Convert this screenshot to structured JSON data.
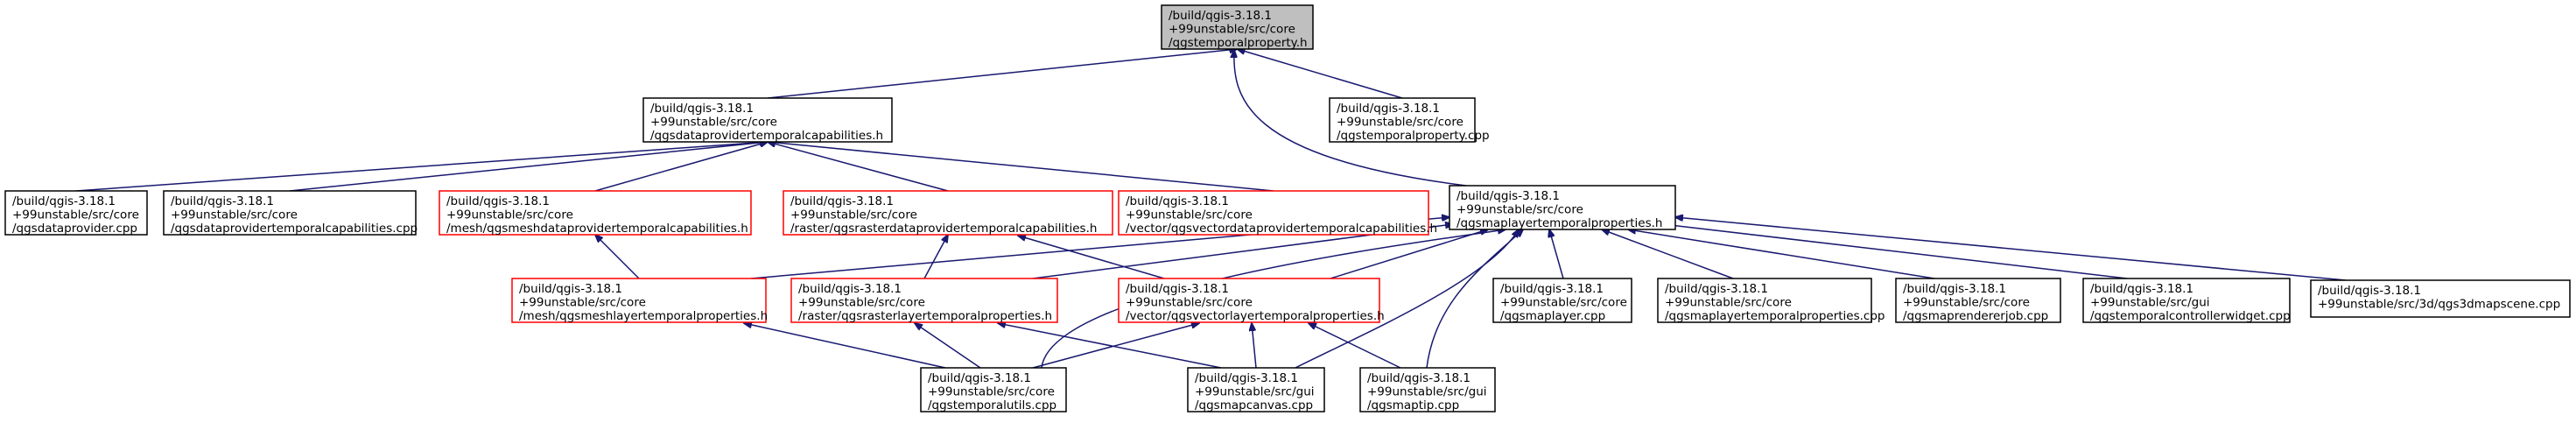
{
  "colors": {
    "edge": "#191970",
    "root_fill": "#bfbfbf",
    "red_outline": "#ff0000",
    "black_outline": "#000000",
    "background": "#ffffff"
  },
  "graph": {
    "nodes": [
      {
        "id": "root",
        "lines": [
          "/build/qgis-3.18.1",
          "+99unstable/src/core",
          "/qgstemporalproperty.h"
        ],
        "style": "root",
        "link": false
      },
      {
        "id": "dptc_h",
        "lines": [
          "/build/qgis-3.18.1",
          "+99unstable/src/core",
          "/qgsdataprovidertemporalcapabilities.h"
        ],
        "style": "black",
        "link": true
      },
      {
        "id": "tp_cpp",
        "lines": [
          "/build/qgis-3.18.1",
          "+99unstable/src/core",
          "/qgstemporalproperty.cpp"
        ],
        "style": "black",
        "link": true
      },
      {
        "id": "dp_cpp",
        "lines": [
          "/build/qgis-3.18.1",
          "+99unstable/src/core",
          "/qgsdataprovider.cpp"
        ],
        "style": "black",
        "link": true
      },
      {
        "id": "dptc_cpp",
        "lines": [
          "/build/qgis-3.18.1",
          "+99unstable/src/core",
          "/qgsdataprovidertemporalcapabilities.cpp"
        ],
        "style": "black",
        "link": true
      },
      {
        "id": "mesh_dptc",
        "lines": [
          "/build/qgis-3.18.1",
          "+99unstable/src/core",
          "/mesh/qgsmeshdataprovidertemporalcapabilities.h"
        ],
        "style": "red",
        "link": true
      },
      {
        "id": "raster_dptc",
        "lines": [
          "/build/qgis-3.18.1",
          "+99unstable/src/core",
          "/raster/qgsrasterdataprovidertemporalcapabilities.h"
        ],
        "style": "red",
        "link": true
      },
      {
        "id": "vector_dptc",
        "lines": [
          "/build/qgis-3.18.1",
          "+99unstable/src/core",
          "/vector/qgsvectordataprovidertemporalcapabilities.h"
        ],
        "style": "red",
        "link": true
      },
      {
        "id": "mltp_h",
        "lines": [
          "/build/qgis-3.18.1",
          "+99unstable/src/core",
          "/qgsmaplayertemporalproperties.h"
        ],
        "style": "black",
        "link": true
      },
      {
        "id": "mesh_ltp",
        "lines": [
          "/build/qgis-3.18.1",
          "+99unstable/src/core",
          "/mesh/qgsmeshlayertemporalproperties.h"
        ],
        "style": "red",
        "link": true
      },
      {
        "id": "raster_ltp",
        "lines": [
          "/build/qgis-3.18.1",
          "+99unstable/src/core",
          "/raster/qgsrasterlayertemporalproperties.h"
        ],
        "style": "red",
        "link": true
      },
      {
        "id": "vector_ltp",
        "lines": [
          "/build/qgis-3.18.1",
          "+99unstable/src/core",
          "/vector/qgsvectorlayertemporalproperties.h"
        ],
        "style": "red",
        "link": true
      },
      {
        "id": "mapplayer_cpp",
        "lines": [
          "/build/qgis-3.18.1",
          "+99unstable/src/core",
          "/qgsmaplayer.cpp"
        ],
        "style": "black",
        "link": true
      },
      {
        "id": "mltp_cpp",
        "lines": [
          "/build/qgis-3.18.1",
          "+99unstable/src/core",
          "/qgsmaplayertemporalproperties.cpp"
        ],
        "style": "black",
        "link": true
      },
      {
        "id": "renderjob_cpp",
        "lines": [
          "/build/qgis-3.18.1",
          "+99unstable/src/core",
          "/qgsmaprendererjob.cpp"
        ],
        "style": "black",
        "link": true
      },
      {
        "id": "tcw_cpp",
        "lines": [
          "/build/qgis-3.18.1",
          "+99unstable/src/gui",
          "/qgstemporalcontrollerwidget.cpp"
        ],
        "style": "black",
        "link": true
      },
      {
        "id": "scene_cpp",
        "lines": [
          "/build/qgis-3.18.1",
          "+99unstable/src/3d/qgs3dmapscene.cpp"
        ],
        "style": "black",
        "link": true
      },
      {
        "id": "tu_cpp",
        "lines": [
          "/build/qgis-3.18.1",
          "+99unstable/src/core",
          "/qgstemporalutils.cpp"
        ],
        "style": "black",
        "link": true
      },
      {
        "id": "mc_cpp",
        "lines": [
          "/build/qgis-3.18.1",
          "+99unstable/src/gui",
          "/qgsmapcanvas.cpp"
        ],
        "style": "black",
        "link": true
      },
      {
        "id": "mt_cpp",
        "lines": [
          "/build/qgis-3.18.1",
          "+99unstable/src/gui",
          "/qgsmaptip.cpp"
        ],
        "style": "black",
        "link": true
      }
    ],
    "edges": [
      {
        "from": "dptc_h",
        "to": "root"
      },
      {
        "from": "tp_cpp",
        "to": "root"
      },
      {
        "from": "mltp_h",
        "to": "root"
      },
      {
        "from": "dp_cpp",
        "to": "dptc_h"
      },
      {
        "from": "dptc_cpp",
        "to": "dptc_h"
      },
      {
        "from": "mesh_dptc",
        "to": "dptc_h"
      },
      {
        "from": "raster_dptc",
        "to": "dptc_h"
      },
      {
        "from": "vector_dptc",
        "to": "dptc_h"
      },
      {
        "from": "mesh_ltp",
        "to": "mesh_dptc"
      },
      {
        "from": "raster_ltp",
        "to": "raster_dptc"
      },
      {
        "from": "vector_ltp",
        "to": "raster_dptc"
      },
      {
        "from": "mesh_ltp",
        "to": "mltp_h"
      },
      {
        "from": "raster_ltp",
        "to": "mltp_h"
      },
      {
        "from": "vector_ltp",
        "to": "mltp_h"
      },
      {
        "from": "tu_cpp",
        "to": "mltp_h"
      },
      {
        "from": "mc_cpp",
        "to": "mltp_h"
      },
      {
        "from": "mt_cpp",
        "to": "mltp_h"
      },
      {
        "from": "mapplayer_cpp",
        "to": "mltp_h"
      },
      {
        "from": "mltp_cpp",
        "to": "mltp_h"
      },
      {
        "from": "renderjob_cpp",
        "to": "mltp_h"
      },
      {
        "from": "tcw_cpp",
        "to": "mltp_h"
      },
      {
        "from": "scene_cpp",
        "to": "mltp_h"
      },
      {
        "from": "tu_cpp",
        "to": "mesh_ltp"
      },
      {
        "from": "tu_cpp",
        "to": "raster_ltp"
      },
      {
        "from": "mc_cpp",
        "to": "raster_ltp"
      },
      {
        "from": "tu_cpp",
        "to": "vector_ltp"
      },
      {
        "from": "mc_cpp",
        "to": "vector_ltp"
      },
      {
        "from": "mt_cpp",
        "to": "vector_ltp"
      }
    ]
  }
}
